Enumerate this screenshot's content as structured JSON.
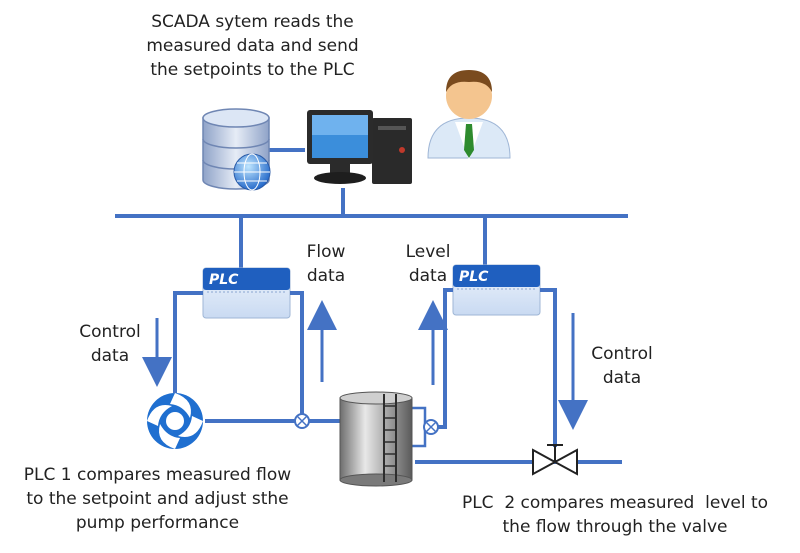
{
  "top_caption": "SCADA sytem reads the\nmeasured data and send\nthe setpoints to the PLC",
  "plc1_tag": "PLC",
  "plc2_tag": "PLC",
  "flow_data": "Flow\ndata",
  "level_data": "Level\ndata",
  "control_data_left": "Control\ndata",
  "control_data_right": "Control\ndata",
  "plc1_caption": "PLC 1 compares measured flow\nto the setpoint and adjust sthe\npump performance",
  "plc2_caption": "PLC  2 compares measured  level to\nthe flow through the valve",
  "colors": {
    "line": "#4472c4",
    "plc_header": "#1f5fbf",
    "plc_body": "#d6e4f7",
    "pump": "#1f6fd0",
    "tank": "#9a9a9a"
  }
}
